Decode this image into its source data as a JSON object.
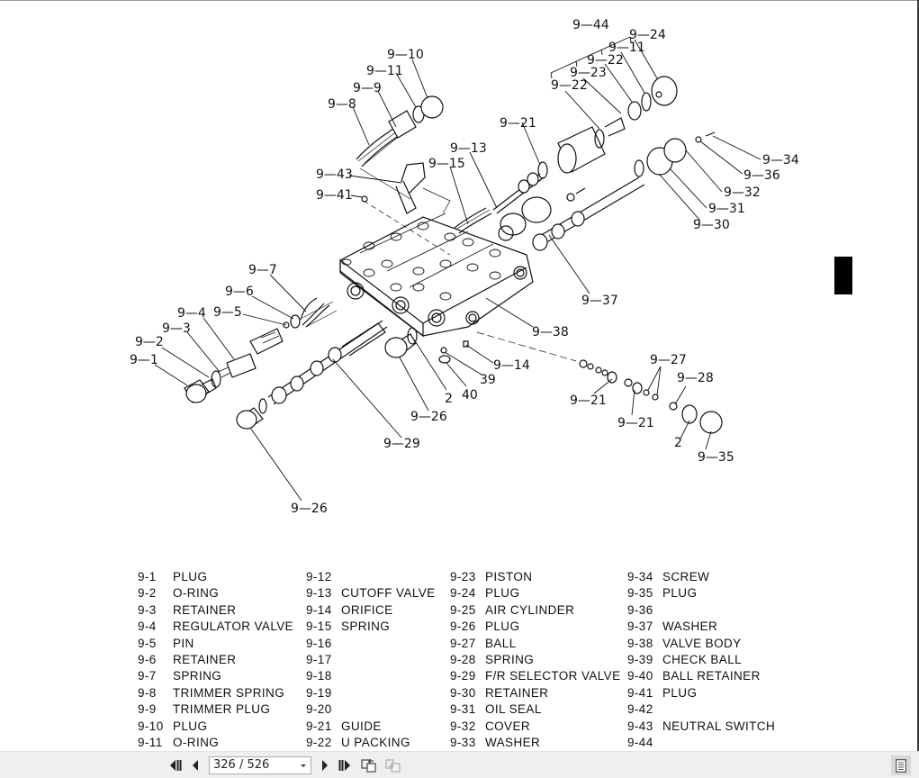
{
  "viewer": {
    "page_current": "326",
    "page_total": "526",
    "page_display": "326 / 526",
    "buttons": {
      "first_page": "first-page-icon",
      "prev_page": "previous-page-icon",
      "next_page": "next-page-icon",
      "last_page": "last-page-icon",
      "back_view": "previous-view-icon",
      "forward_view": "next-view-icon",
      "single_page_view": "single-page-view-icon"
    }
  },
  "diagram": {
    "callouts": [
      "9-1",
      "9-2",
      "9-3",
      "9-4",
      "9-5",
      "9-6",
      "9-7",
      "9-8",
      "9-9",
      "9-10",
      "9-11",
      "9-13",
      "9-14",
      "9-15",
      "9-21",
      "9-22",
      "9-23",
      "9-24",
      "9-26",
      "9-27",
      "9-28",
      "9-29",
      "9-30",
      "9-31",
      "9-32",
      "9-34",
      "9-35",
      "9-36",
      "9-37",
      "9-38",
      "9-41",
      "9-43",
      "9-44",
      "2",
      "39",
      "40"
    ],
    "labels": {
      "l_9_10": "9—10",
      "l_9_11a": "9—11",
      "l_9_9": "9—9",
      "l_9_8": "9—8",
      "l_9_43": "9—43",
      "l_9_41": "9—41",
      "l_9_13": "9—13",
      "l_9_15": "9—15",
      "l_9_21a": "9—21",
      "l_9_44": "9—44",
      "l_9_24": "9—24",
      "l_9_11b": "9—11",
      "l_9_22a": "9—22",
      "l_9_23": "9—23",
      "l_9_22b": "9—22",
      "l_9_34": "9—34",
      "l_9_36": "9—36",
      "l_9_32": "9—32",
      "l_9_31": "9—31",
      "l_9_30": "9—30",
      "l_9_37": "9—37",
      "l_9_38": "9—38",
      "l_9_7": "9—7",
      "l_9_6": "9—6",
      "l_9_5": "9—5",
      "l_9_4": "9—4",
      "l_9_3": "9—3",
      "l_9_2": "9—2",
      "l_9_1": "9—1",
      "l_9_14": "9—14",
      "l_39": "39",
      "l_40": "40",
      "l_2a": "2",
      "l_9_26a": "9—26",
      "l_9_29": "9—29",
      "l_9_26b": "9—26",
      "l_9_27": "9—27",
      "l_9_28": "9—28",
      "l_9_21b": "9—21",
      "l_9_21c": "9—21",
      "l_2b": "2",
      "l_9_35": "9—35"
    }
  },
  "parts_list": {
    "columns": [
      [
        {
          "num": "9-1",
          "name": "PLUG"
        },
        {
          "num": "9-2",
          "name": "O-RING"
        },
        {
          "num": "9-3",
          "name": "RETAINER"
        },
        {
          "num": "9-4",
          "name": "REGULATOR VALVE"
        },
        {
          "num": "9-5",
          "name": "PIN"
        },
        {
          "num": "9-6",
          "name": "RETAINER"
        },
        {
          "num": "9-7",
          "name": "SPRING"
        },
        {
          "num": "9-8",
          "name": "TRIMMER SPRING"
        },
        {
          "num": "9-9",
          "name": "TRIMMER PLUG"
        },
        {
          "num": "9-10",
          "name": "PLUG"
        },
        {
          "num": "9-11",
          "name": "O-RING"
        }
      ],
      [
        {
          "num": "9-12",
          "name": ""
        },
        {
          "num": "9-13",
          "name": "CUTOFF VALVE"
        },
        {
          "num": "9-14",
          "name": "ORIFICE"
        },
        {
          "num": "9-15",
          "name": "SPRING"
        },
        {
          "num": "9-16",
          "name": ""
        },
        {
          "num": "9-17",
          "name": ""
        },
        {
          "num": "9-18",
          "name": ""
        },
        {
          "num": "9-19",
          "name": ""
        },
        {
          "num": "9-20",
          "name": ""
        },
        {
          "num": "9-21",
          "name": "GUIDE"
        },
        {
          "num": "9-22",
          "name": "U PACKING"
        }
      ],
      [
        {
          "num": "9-23",
          "name": "PISTON"
        },
        {
          "num": "9-24",
          "name": "PLUG"
        },
        {
          "num": "9-25",
          "name": "AIR CYLINDER"
        },
        {
          "num": "9-26",
          "name": "PLUG"
        },
        {
          "num": "9-27",
          "name": "BALL"
        },
        {
          "num": "9-28",
          "name": "SPRING"
        },
        {
          "num": "9-29",
          "name": "F/R SELECTOR VALVE"
        },
        {
          "num": "9-30",
          "name": "RETAINER"
        },
        {
          "num": "9-31",
          "name": "OIL SEAL"
        },
        {
          "num": "9-32",
          "name": "COVER"
        },
        {
          "num": "9-33",
          "name": "WASHER"
        }
      ],
      [
        {
          "num": "9-34",
          "name": "SCREW"
        },
        {
          "num": "9-35",
          "name": "PLUG"
        },
        {
          "num": "9-36",
          "name": ""
        },
        {
          "num": "9-37",
          "name": "WASHER"
        },
        {
          "num": "9-38",
          "name": "VALVE BODY"
        },
        {
          "num": "9-39",
          "name": "CHECK BALL"
        },
        {
          "num": "9-40",
          "name": "BALL RETAINER"
        },
        {
          "num": "9-41",
          "name": "PLUG"
        },
        {
          "num": "9-42",
          "name": ""
        },
        {
          "num": "9-43",
          "name": "NEUTRAL SWITCH"
        },
        {
          "num": "9-44",
          "name": ""
        }
      ]
    ]
  }
}
